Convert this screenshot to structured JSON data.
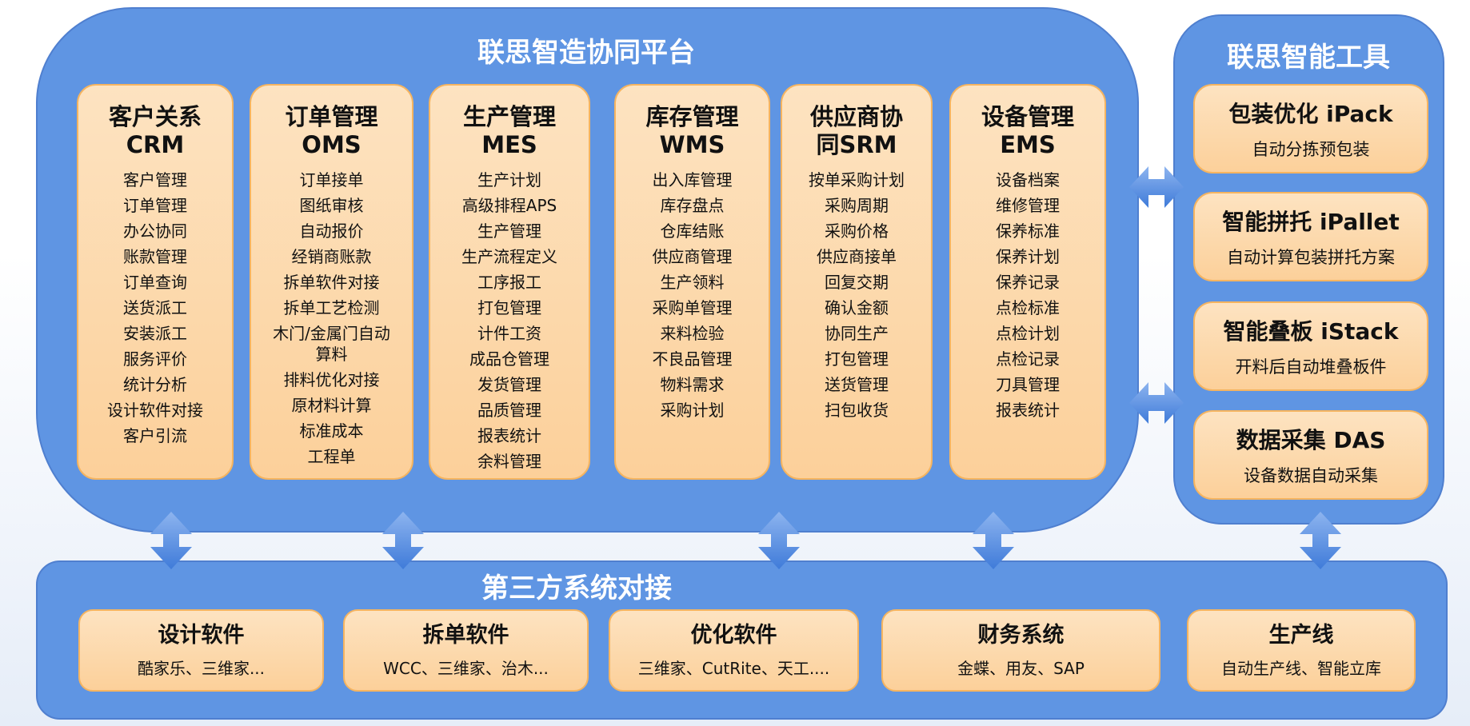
{
  "platform": {
    "title": "联思智造协同平台",
    "modules": [
      {
        "name": "客户关系",
        "code": "CRM",
        "items": [
          "客户管理",
          "订单管理",
          "办公协同",
          "账款管理",
          "订单查询",
          "送货派工",
          "安装派工",
          "服务评价",
          "统计分析",
          "设计软件对接",
          "客户引流"
        ]
      },
      {
        "name": "订单管理",
        "code": "OMS",
        "items": [
          "订单接单",
          "图纸审核",
          "自动报价",
          "经销商账款",
          "拆单软件对接",
          "拆单工艺检测",
          "木门/金属门自动算料",
          "排料优化对接",
          "原材料计算",
          "标准成本",
          "工程单"
        ]
      },
      {
        "name": "生产管理",
        "code": "MES",
        "items": [
          "生产计划",
          "高级排程APS",
          "生产管理",
          "生产流程定义",
          "工序报工",
          "打包管理",
          "计件工资",
          "成品仓管理",
          "发货管理",
          "品质管理",
          "报表统计",
          "余料管理"
        ]
      },
      {
        "name": "库存管理",
        "code": "WMS",
        "items": [
          "出入库管理",
          "库存盘点",
          "仓库结账",
          "供应商管理",
          "生产领料",
          "采购单管理",
          "来料检验",
          "不良品管理",
          "物料需求",
          "采购计划"
        ]
      },
      {
        "name": "供应商协",
        "code": "同SRM",
        "items": [
          "按单采购计划",
          "采购周期",
          "采购价格",
          "供应商接单",
          "回复交期",
          "确认金额",
          "协同生产",
          "打包管理",
          "送货管理",
          "扫包收货"
        ]
      },
      {
        "name": "设备管理",
        "code": "EMS",
        "items": [
          "设备档案",
          "维修管理",
          "保养标准",
          "保养计划",
          "保养记录",
          "点检标准",
          "点检计划",
          "点检记录",
          "刀具管理",
          "报表统计"
        ]
      }
    ]
  },
  "tools": {
    "title": "联思智能工具",
    "items": [
      {
        "title": "包装优化 iPack",
        "desc": "自动分拣预包装"
      },
      {
        "title": "智能拼托 iPallet",
        "desc": "自动计算包装拼托方案"
      },
      {
        "title": "智能叠板 iStack",
        "desc": "开料后自动堆叠板件"
      },
      {
        "title": "数据采集 DAS",
        "desc": "设备数据自动采集"
      }
    ]
  },
  "third_party": {
    "title": "第三方系统对接",
    "items": [
      {
        "title": "设计软件",
        "desc": "酷家乐、三维家..."
      },
      {
        "title": "拆单软件",
        "desc": "WCC、三维家、治木..."
      },
      {
        "title": "优化软件",
        "desc": "三维家、CutRite、天工...."
      },
      {
        "title": "财务系统",
        "desc": "金蝶、用友、SAP"
      },
      {
        "title": "生产线",
        "desc": "自动生产线、智能立库"
      }
    ]
  },
  "colors": {
    "panel": "#5f95e3",
    "card": "#fcd09a",
    "card_border": "#f5b460",
    "arrow": "#4a86e0"
  }
}
